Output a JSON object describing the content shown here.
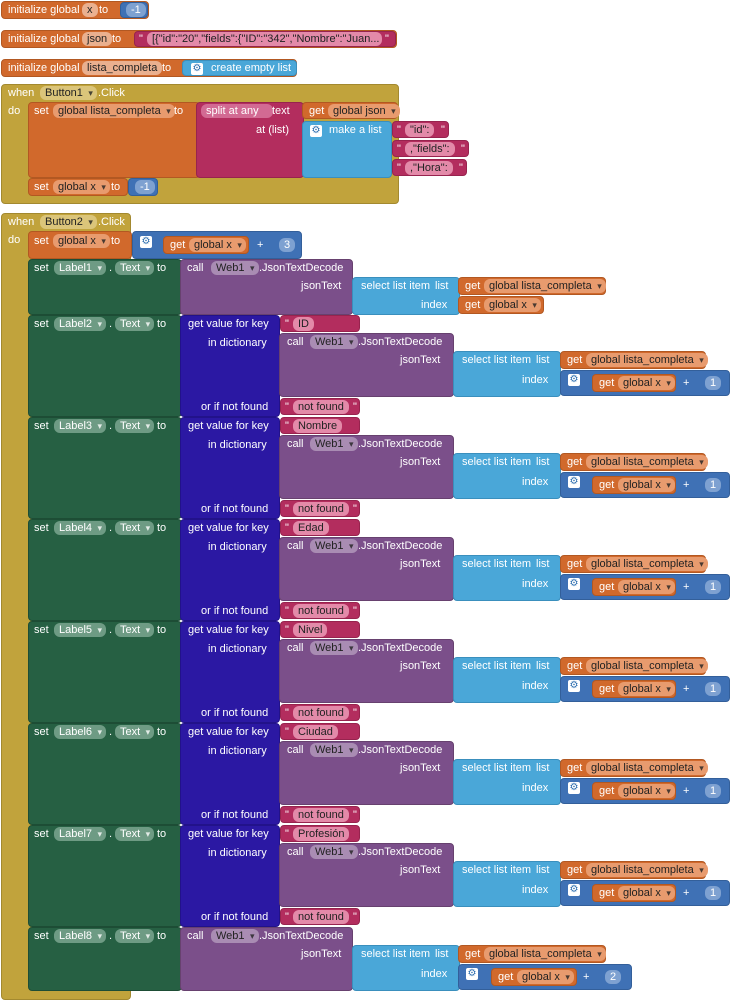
{
  "kw": {
    "init_global": "initialize global",
    "to": "to",
    "when": "when",
    "click": ".Click",
    "do": "do",
    "set": "set",
    "dot": ".",
    "get": "get",
    "call": "call",
    "json_decode": ".JsonTextDecode",
    "json_text": "jsonText",
    "select_list_item": "select list item",
    "list": "list",
    "index": "index",
    "get_value_for_key": "get value for key",
    "in_dictionary": "in dictionary",
    "or_if_not_found": "or if not found",
    "split_at_any": "split at any",
    "text": "text",
    "at_list": "at (list)",
    "make_a_list": "make a list",
    "create_empty_list": "create empty list",
    "plus": "+",
    "quote": "\""
  },
  "globals": {
    "x_name": "x",
    "x_value": "-1",
    "json_name": "json",
    "json_value": "[{\"id\":\"20\",\"fields\":{\"ID\":\"342\",\"Nombre\":\"Juan...",
    "lista_name": "lista_completa"
  },
  "button1": {
    "component": "Button1",
    "set_var": "global lista_completa",
    "get_var": "global json",
    "list_items": [
      "\"id\":",
      ",\"fields\":",
      ",\"Hora\":"
    ],
    "set_x_var": "global x",
    "set_x_value": "-1"
  },
  "button2": {
    "component": "Button2",
    "set_x_var": "global x",
    "get_x_var": "global x",
    "increment": "3",
    "label1": {
      "component": "Label1",
      "prop": "Text",
      "web": "Web1",
      "list_var": "global lista_completa",
      "index_var": "global x"
    },
    "label8": {
      "component": "Label8",
      "prop": "Text",
      "web": "Web1",
      "list_var": "global lista_completa",
      "index_var": "global x",
      "offset": "2"
    },
    "dict_rows": [
      {
        "component": "Label2",
        "prop": "Text",
        "key": "ID",
        "web": "Web1",
        "list_var": "global lista_completa",
        "index_var": "global x",
        "offset": "1",
        "not_found": "not found"
      },
      {
        "component": "Label3",
        "prop": "Text",
        "key": "Nombre",
        "web": "Web1",
        "list_var": "global lista_completa",
        "index_var": "global x",
        "offset": "1",
        "not_found": "not found"
      },
      {
        "component": "Label4",
        "prop": "Text",
        "key": "Edad",
        "web": "Web1",
        "list_var": "global lista_completa",
        "index_var": "global x",
        "offset": "1",
        "not_found": "not found"
      },
      {
        "component": "Label5",
        "prop": "Text",
        "key": "Nivel",
        "web": "Web1",
        "list_var": "global lista_completa",
        "index_var": "global x",
        "offset": "1",
        "not_found": "not found"
      },
      {
        "component": "Label6",
        "prop": "Text",
        "key": "Ciudad",
        "web": "Web1",
        "list_var": "global lista_completa",
        "index_var": "global x",
        "offset": "1",
        "not_found": "not found"
      },
      {
        "component": "Label7",
        "prop": "Text",
        "key": "Profesión",
        "web": "Web1",
        "list_var": "global lista_completa",
        "index_var": "global x",
        "offset": "1",
        "not_found": "not found"
      }
    ]
  },
  "colors": {
    "variable": "#d1692c",
    "event": "#c1a33c",
    "text": "#b32d5e",
    "list": "#4aa7d8",
    "math": "#3f71b5",
    "component": "#266043",
    "dictionary": "#2b18a3",
    "procedure_call": "#7b4f8a"
  }
}
